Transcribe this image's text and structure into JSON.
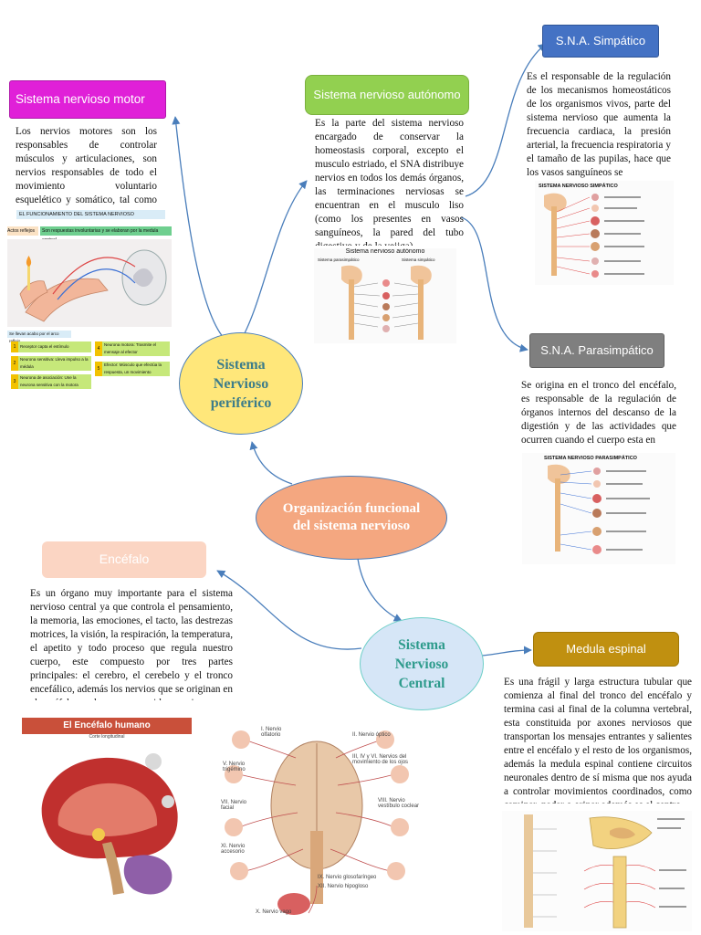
{
  "central": {
    "title": "Organización funcional del sistema nervioso"
  },
  "snp": {
    "title": "Sistema Nervioso periférico"
  },
  "snc": {
    "title": "Sistema Nervioso Central"
  },
  "motor": {
    "label": "Sistema nervioso motor",
    "text": "Los nervios motores son los responsables de controlar músculos y articulaciones, son nervios responsables de todo el movimiento voluntario esquelético y somático, tal como se mueve un brazo o una pierna."
  },
  "autonomo": {
    "label": "Sistema nervioso autónomo",
    "text": "Es la parte del sistema nervioso encargado de conservar la homeostasis corporal, excepto el musculo estriado, el SNA distribuye nervios en todos los demás órganos, las terminaciones nerviosas se encuentran en el musculo liso (como los presentes en vasos sanguíneos, la pared del tubo digestivo y de la vejiga)",
    "figure_title": "Sistema nervioso autónomo",
    "fig_left": "Sistema parasimpático",
    "fig_right": "Sistema simpático"
  },
  "simpatico": {
    "label": "S.N.A. Simpático",
    "text": "Es el responsable de la regulación de los mecanismos homeostáticos de los organismos vivos, parte del sistema nervioso que aumenta la frecuencia cardiaca, la presión arterial, la frecuencia respiratoria y el tamaño de las pupilas, hace que los vasos sanguíneos se",
    "figure_title": "SISTEMA NERVIOSO SIMPÁTICO"
  },
  "parasimpatico": {
    "label": "S.N.A. Parasimpático",
    "text": "Se origina en el tronco del encéfalo, es responsable de la regulación de órganos internos del descanso de la digestión y de las actividades que ocurren cuando el cuerpo esta en",
    "figure_title": "SISTEMA NERVIOSO PARASIMPÁTICO"
  },
  "encefalo": {
    "label": "Encéfalo",
    "text": "Es un órgano muy importante para el sistema nervioso central ya que controla el pensamiento, la memoria, las emociones, el tacto, las destrezas motrices, la visión, la respiración, la temperatura, el apetito y todo proceso que regula nuestro cuerpo, este compuesto por tres partes principales: el cerebro, el cerebelo y el tronco encefálico, además los nervios que se originan en el encéfalo son los muy conocidos nervios",
    "figure_title": "El Encéfalo humano",
    "figure_subtitle": "Corte longitudinal"
  },
  "medula": {
    "label": "Medula espinal",
    "text": "Es una frágil y larga estructura tubular que comienza al final del tronco del encéfalo y termina casi al final de la columna vertebral, esta constituida por axones nerviosos que transportan los mensajes entrantes y salientes entre el encéfalo y el resto de los organismos, además la medula espinal contiene circuitos neuronales dentro de sí misma que nos ayuda a controlar movimientos coordinados, como caminar, nadar o orinar además es el centro"
  },
  "reflex_figure": {
    "title": "EL FUNCIONAMIENTO DEL SISTEMA NERVIOSO",
    "tag": "Actos reflejos",
    "desc": "Son respuestas involuntarias y se elaboran por la medula espinal",
    "sub": "Se llevan acabo por el arco reflejo",
    "steps": [
      "Receptor capta el estímulo",
      "Neurona sensitiva: Lleva impulso a la médula",
      "Neurona de asociación: Une la neurona sensitiva con la motora",
      "Neurona motora: Trasmite el mensaje al efector",
      "Efector: Músculo que efectúa la respuesta, un movimiento"
    ]
  },
  "cranial_figure": {
    "labels": [
      "I. Nervio olfatorio",
      "II. Nervio óptico",
      "III, IV y VI. Nervios del movimiento de los ojos",
      "V. Nervio trigémino",
      "VII. Nervio facial",
      "VIII. Nervio vestíbulo coclear",
      "XI. Nervio accesorio",
      "IX. Nervio glosofaríngeo",
      "XII. Nervio hipogloso",
      "X. Nervio vago"
    ]
  },
  "colors": {
    "motor": "#e020d8",
    "autonomo": "#92d050",
    "simpatico": "#4472c4",
    "parasimpatico": "#7f7f7f",
    "encefalo": "#fbd5c3",
    "medula": "#c09010",
    "snp": "#ffe77a",
    "central": "#f4a780",
    "snc": "#d6e6f7",
    "connector": "#4a7ebb"
  }
}
